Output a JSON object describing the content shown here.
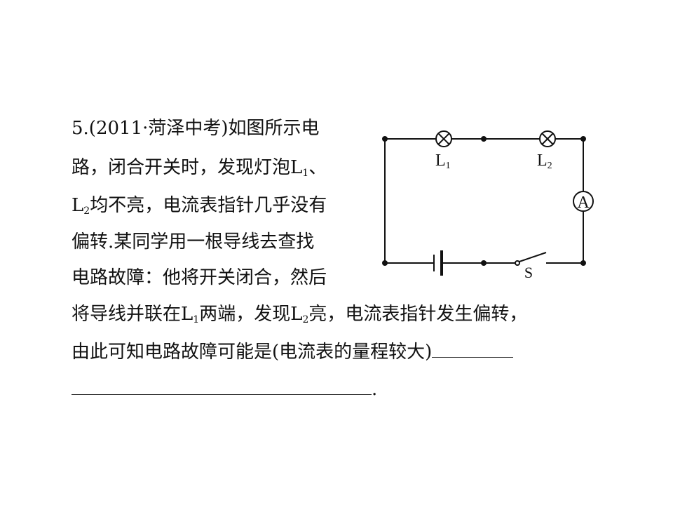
{
  "question": {
    "line1": "5.(2011·菏泽中考)如图所示电",
    "line2": "路，闭合开关时，发现灯泡L",
    "line2_sub": "1",
    "line2_end": "、",
    "line3_l": "L",
    "line3_sub": "2",
    "line3_rest": "均不亮，电流表指针几乎没有",
    "line4": "偏转.某同学用一根导线去查找",
    "line5": "电路故障：他将开关闭合，然后",
    "line6_a": "将导线并联在L",
    "line6_sub1": "1",
    "line6_b": "两端，发现L",
    "line6_sub2": "2",
    "line6_c": "亮，电流表指针发生偏转，",
    "line7": "由此可知电路故障可能是(电流表的量程较大)",
    "line8_end": "."
  },
  "circuit": {
    "lamp1_letter": "L",
    "lamp1_sub": "1",
    "lamp2_letter": "L",
    "lamp2_sub": "2",
    "ammeter": "A",
    "switch": "S"
  }
}
